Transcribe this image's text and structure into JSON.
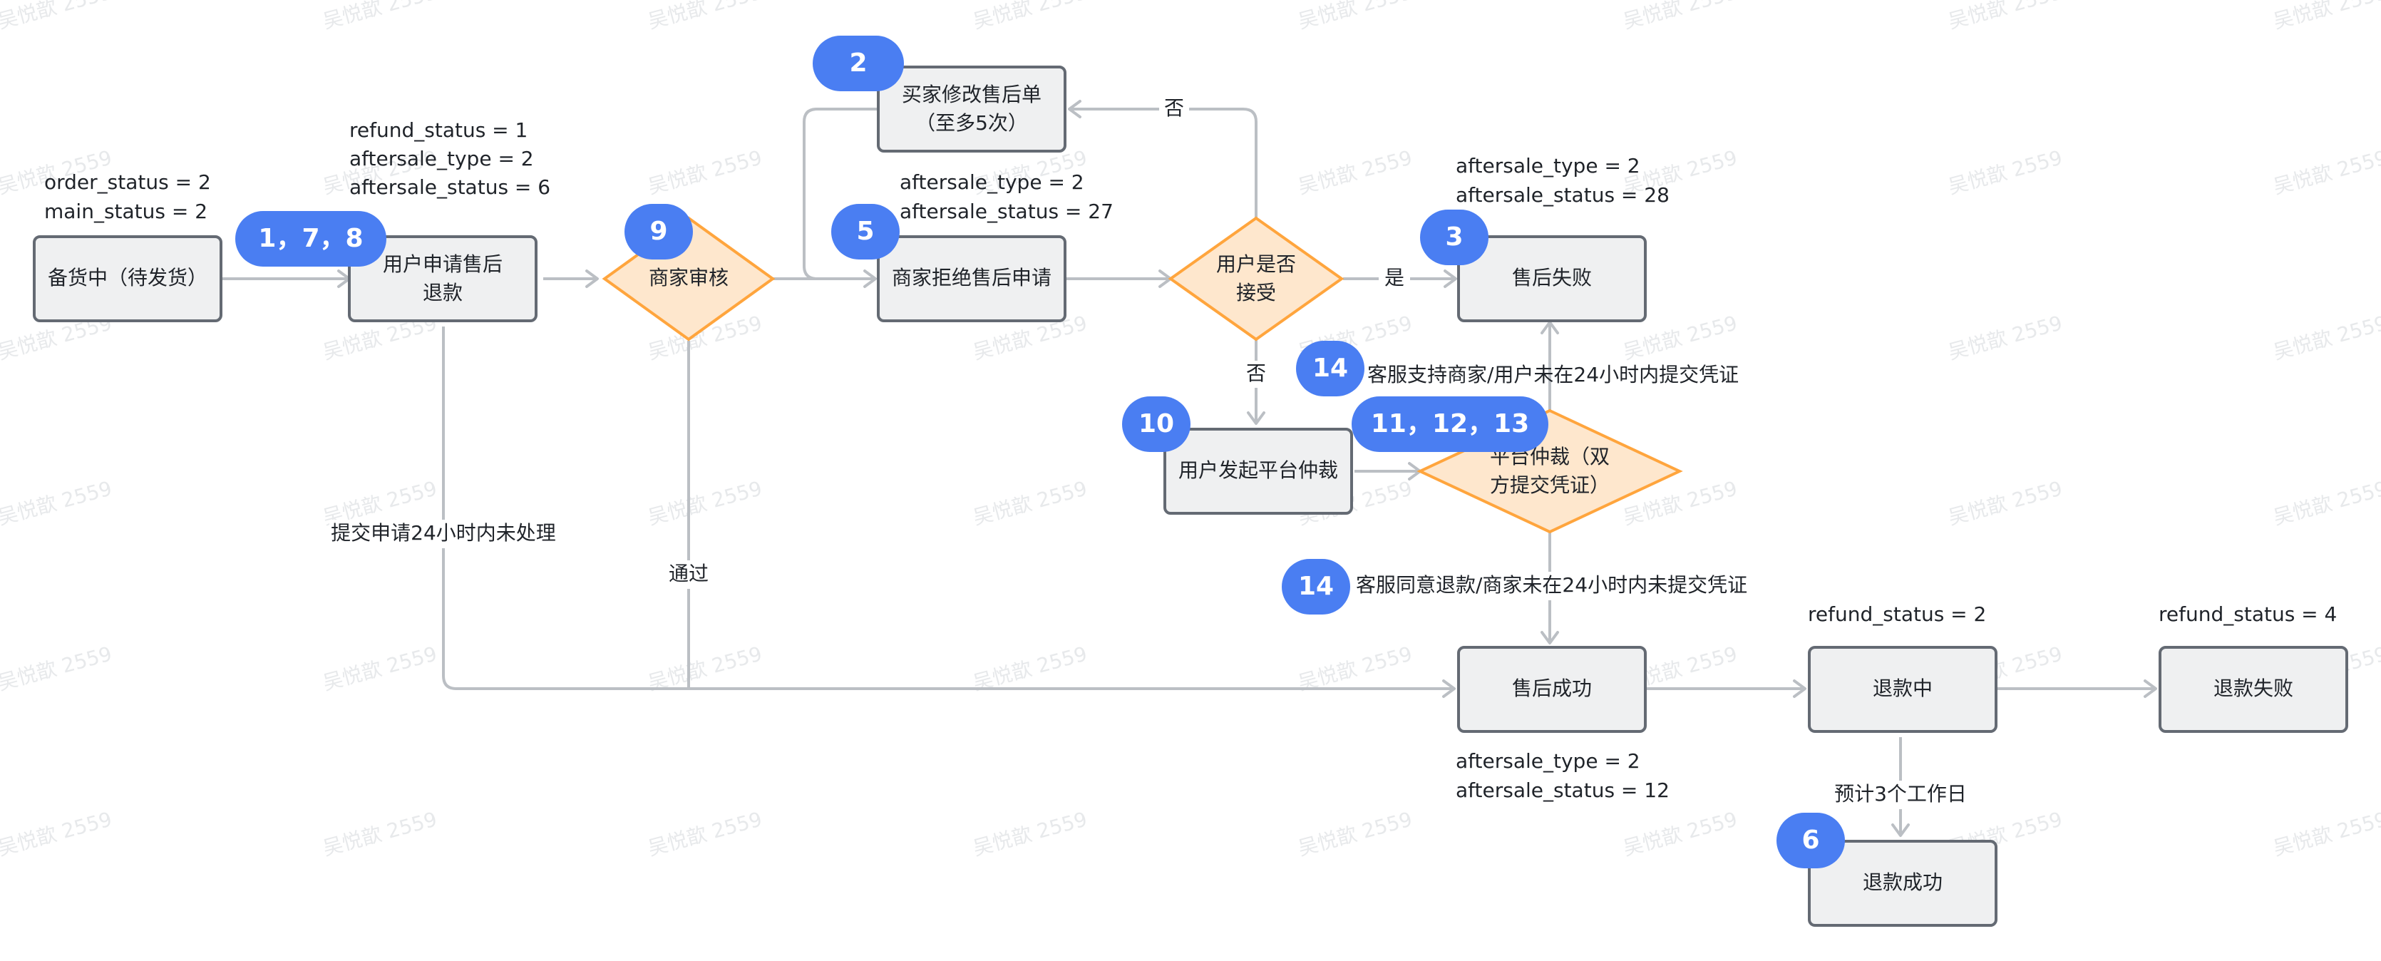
{
  "watermark": "吴悦歆 2559",
  "nodes": {
    "stocking": "备货中（待发货）",
    "user_apply": [
      "用户申请售后",
      "退款"
    ],
    "merchant_review": "商家审核",
    "buyer_modify": [
      "买家修改售后单",
      "（至多5次）"
    ],
    "merchant_reject": "商家拒绝售后申请",
    "user_accept": [
      "用户是否",
      "接受"
    ],
    "aftersale_fail": "售后失败",
    "user_arbitration": "用户发起平台仲裁",
    "platform_arbitration": [
      "平台仲裁（双",
      "方提交凭证）"
    ],
    "aftersale_success": "售后成功",
    "refunding": "退款中",
    "refund_fail": "退款失败",
    "refund_success": "退款成功"
  },
  "edge_labels": {
    "no_top": "否",
    "yes": "是",
    "no_down": "否",
    "timeout_24h": "提交申请24小时内未处理",
    "pass": "通过",
    "cs_support": "客服支持商家/用户未在24小时内提交凭证",
    "cs_agree": "客服同意退款/商家未在24小时内未提交凭证",
    "est_3days": "预计3个工作日"
  },
  "annotations": {
    "order_status": "order_status = 2",
    "main_status": "main_status = 2",
    "refund_status_1": "refund_status = 1",
    "aftersale_type_apply": "aftersale_type = 2",
    "aftersale_status_6": "aftersale_status = 6",
    "aftersale_type_reject": "aftersale_type = 2",
    "aftersale_status_27": "aftersale_status = 27",
    "aftersale_type_fail": "aftersale_type = 2",
    "aftersale_status_28": "aftersale_status = 28",
    "aftersale_type_success": "aftersale_type = 2",
    "aftersale_status_12": "aftersale_status = 12",
    "refund_status_2": "refund_status = 2",
    "refund_status_4": "refund_status = 4"
  },
  "badges": {
    "b178": "1，7，8",
    "b2": "2",
    "b9": "9",
    "b5": "5",
    "b3": "3",
    "b14a": "14",
    "b10": "10",
    "b111213": "11，12，13",
    "b14b": "14",
    "b6": "6"
  },
  "colors": {
    "node_fill": "#eff0f1",
    "node_stroke": "#646a73",
    "decision_fill": "#fee7cd",
    "decision_stroke": "#ffa53d",
    "badge": "#4a7ef2",
    "connector": "#bbbfc4"
  }
}
